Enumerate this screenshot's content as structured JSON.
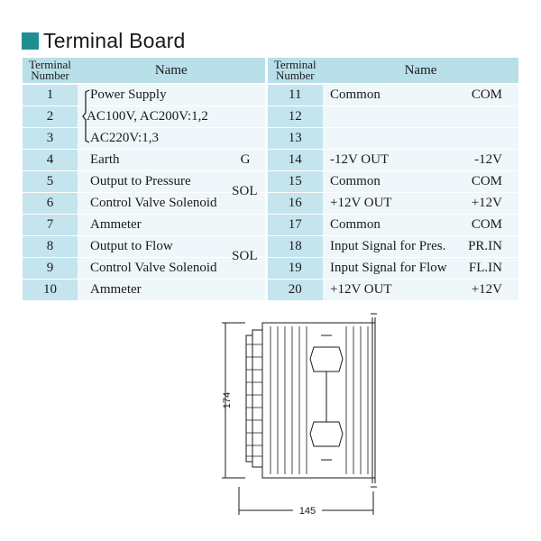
{
  "title": "Terminal Board",
  "colors": {
    "accent": "#1f8f91",
    "header_bg": "#b9dfe9",
    "num_bg": "#c4e4ee",
    "row_bg": "#f0f7fa"
  },
  "table": {
    "header": {
      "num_line1": "Terminal",
      "num_line2": "Number",
      "name": "Name"
    },
    "left": [
      {
        "num": "1",
        "name": "Power Supply",
        "code": ""
      },
      {
        "num": "2",
        "name": "AC100V, AC200V:1,2",
        "code": ""
      },
      {
        "num": "3",
        "name": "AC220V:1,3",
        "code": ""
      },
      {
        "num": "4",
        "name": "Earth",
        "code": "G"
      },
      {
        "num": "5",
        "name": "Output to Pressure",
        "code": ""
      },
      {
        "num": "6",
        "name": "Control Valve Solenoid",
        "code": "SOL"
      },
      {
        "num": "7",
        "name": "Ammeter",
        "code": ""
      },
      {
        "num": "8",
        "name": "Output to Flow",
        "code": ""
      },
      {
        "num": "9",
        "name": "Control Valve Solenoid",
        "code": "SOL"
      },
      {
        "num": "10",
        "name": "Ammeter",
        "code": ""
      }
    ],
    "right": [
      {
        "num": "11",
        "name": "Common",
        "code": "COM"
      },
      {
        "num": "12",
        "name": "",
        "code": ""
      },
      {
        "num": "13",
        "name": "",
        "code": ""
      },
      {
        "num": "14",
        "name": "-12V OUT",
        "code": "-12V"
      },
      {
        "num": "15",
        "name": "Common",
        "code": "COM"
      },
      {
        "num": "16",
        "name": "+12V OUT",
        "code": "+12V"
      },
      {
        "num": "17",
        "name": "Common",
        "code": "COM"
      },
      {
        "num": "18",
        "name": "Input Signal for Pres.",
        "code": "PR.IN"
      },
      {
        "num": "19",
        "name": "Input Signal for Flow",
        "code": "FL.IN"
      },
      {
        "num": "20",
        "name": "+12V OUT",
        "code": "+12V"
      }
    ]
  },
  "drawing": {
    "height_dim": "174",
    "width_dim": "145"
  }
}
